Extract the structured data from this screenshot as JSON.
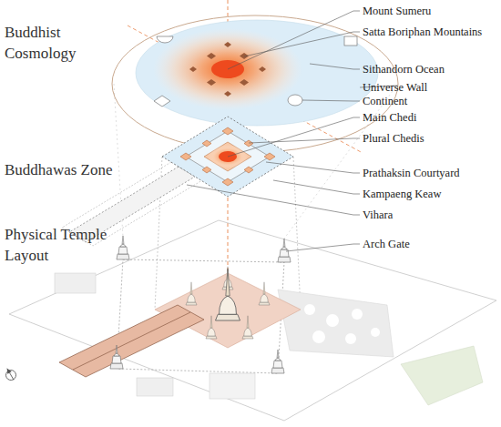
{
  "diagram": {
    "labels": [
      "Mount Sumeru",
      "Satta Boriphan Mountains",
      "Buddhist Cosmology",
      "Sithandorn Ocean",
      "Universe Wall",
      "Continent",
      "Main Chedi",
      "Plural Chedis",
      "Buddhawas Zone",
      "Prathaksin Courtyard",
      "Kampaeng Keaw",
      "Vihara",
      "Physical Temple Layout",
      "Arch Gate"
    ]
  }
}
